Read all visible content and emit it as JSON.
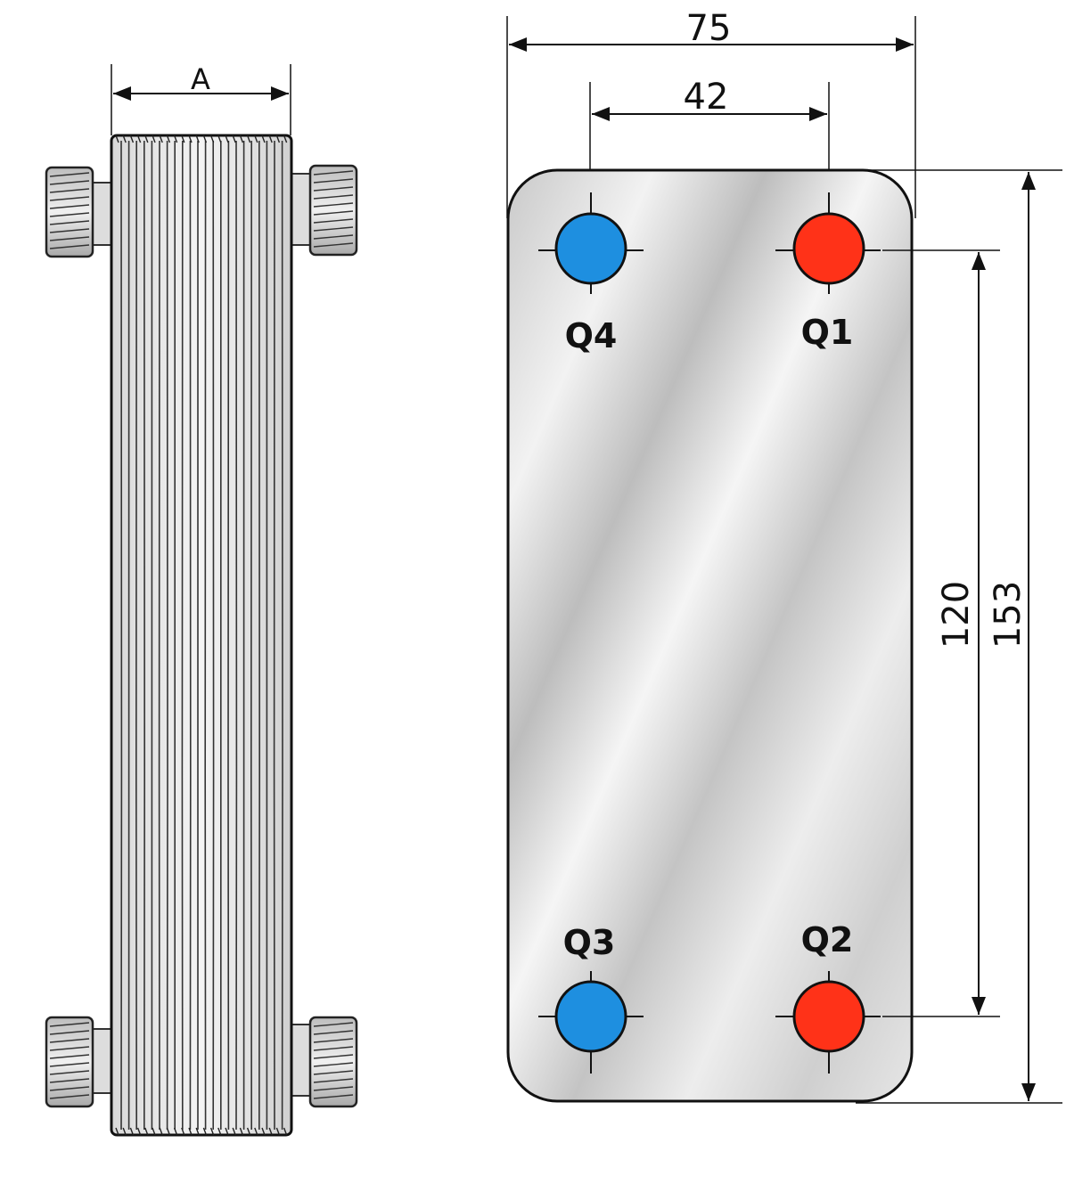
{
  "side_view": {
    "dimension_label": "A"
  },
  "plate_view": {
    "width_dimension": "75",
    "port_spacing_dimension": "42",
    "port_vertical_spacing_dimension": "120",
    "height_dimension": "153",
    "ports": [
      {
        "label": "Q4",
        "color": "#1e8fe0"
      },
      {
        "label": "Q1",
        "color": "#ff3218"
      },
      {
        "label": "Q3",
        "color": "#1e8fe0"
      },
      {
        "label": "Q2",
        "color": "#ff3218"
      }
    ]
  },
  "colors": {
    "cold_port": "#1e8fe0",
    "hot_port": "#ff3218",
    "line": "#111111"
  }
}
